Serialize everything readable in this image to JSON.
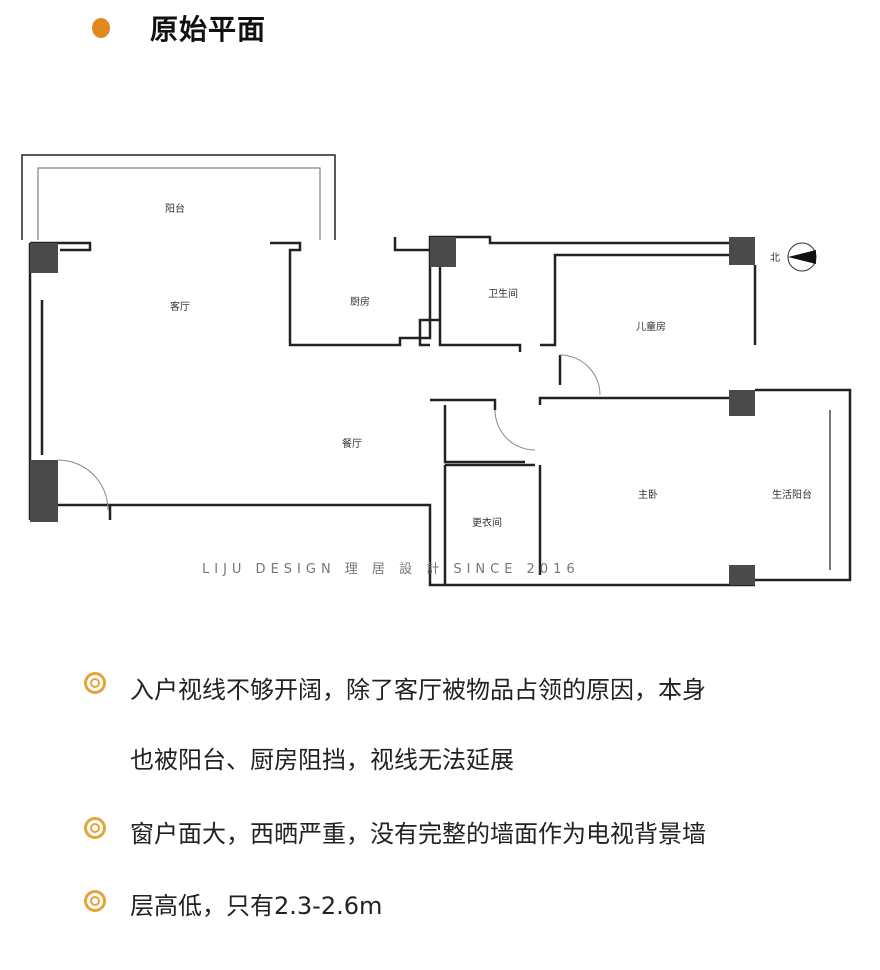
{
  "header": {
    "title": "原始平面",
    "dot_color": "#e08a1e"
  },
  "plan": {
    "rooms": {
      "balcony": "阳台",
      "living": "客厅",
      "kitchen": "厨房",
      "bathroom": "卫生间",
      "kids_room": "儿童房",
      "dining": "餐厅",
      "master_bedroom": "主卧",
      "closet": "更衣间",
      "utility_balcony": "生活阳台"
    },
    "north": "北",
    "watermark": "LIJU DESIGN 理 居 設 計 SINCE 2016"
  },
  "notes": {
    "bullet_color": "#e3a43c",
    "items": [
      {
        "lines": [
          "入户视线不够开阔，除了客厅被物品占领的原因，本身",
          "也被阳台、厨房阻挡，视线无法延展"
        ]
      },
      {
        "lines": [
          "窗户面大，西晒严重，没有完整的墙面作为电视背景墙"
        ]
      },
      {
        "lines": [
          "层高低，只有2.3-2.6m"
        ]
      }
    ]
  }
}
